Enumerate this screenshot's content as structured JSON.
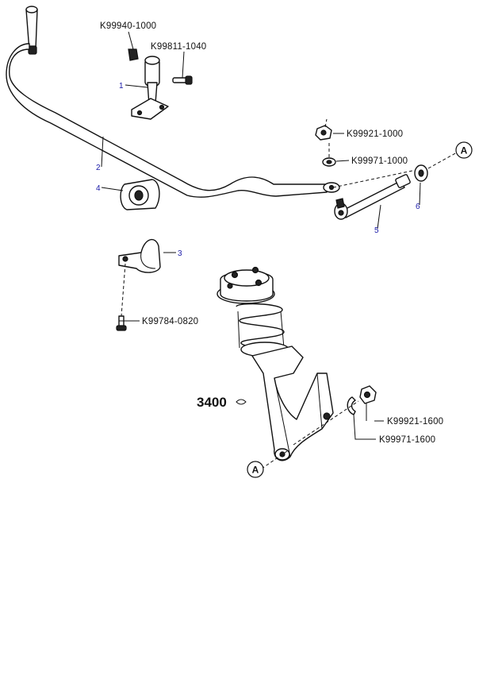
{
  "callouts": {
    "p1": "1",
    "p2": "2",
    "p3": "3",
    "p4": "4",
    "p5": "5",
    "p6": "6"
  },
  "parts": {
    "k99940": "K99940-1000",
    "k99811": "K99811-1040",
    "k99921_1000": "K99921-1000",
    "k99971_1000": "K99971-1000",
    "k99784": "K99784-0820",
    "k99921_1600": "K99921-1600",
    "k99971_1600": "K99971-1600"
  },
  "ref_group": "3400",
  "connector_marker": "A"
}
